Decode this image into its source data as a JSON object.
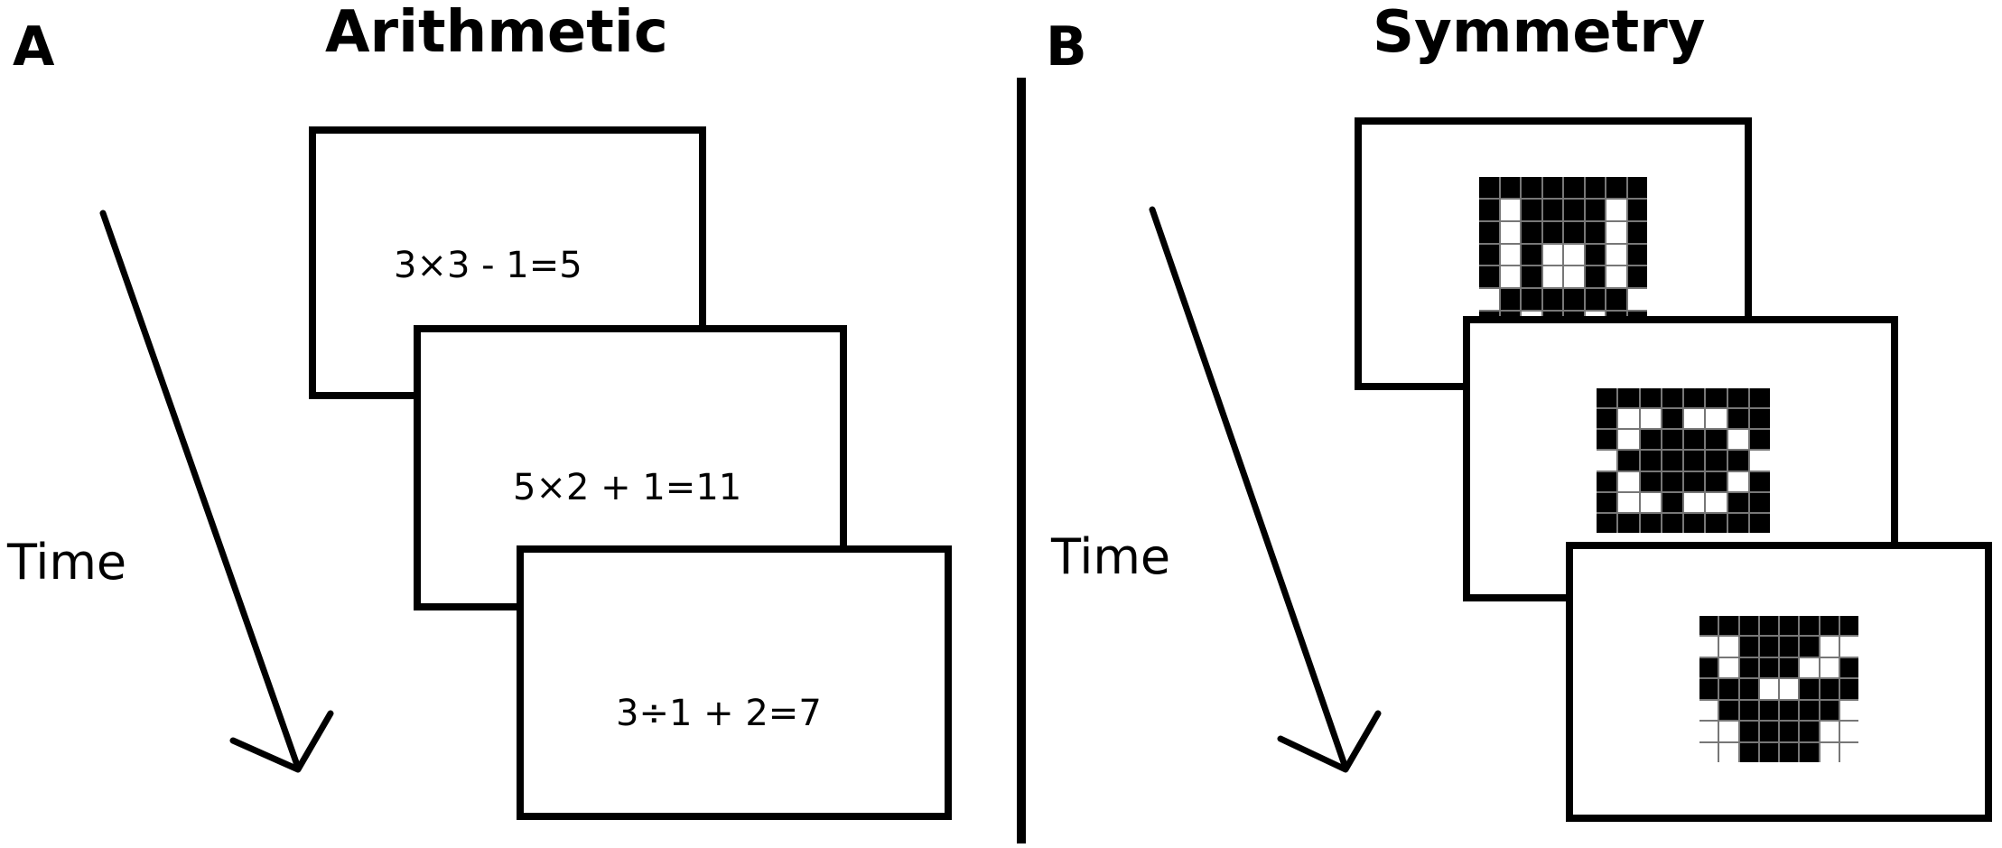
{
  "panels": {
    "a": {
      "letter": "A",
      "title": "Arithmetic",
      "time_label": "Time",
      "frames": [
        {
          "equation": "3×3 - 1=5"
        },
        {
          "equation": "5×2 + 1=11"
        },
        {
          "equation": "3÷1 + 2=7"
        }
      ]
    },
    "b": {
      "letter": "B",
      "title": "Symmetry",
      "time_label": "Time",
      "patterns": [
        [
          "11111111",
          "10111101",
          "10111101",
          "10100101",
          "10100101",
          "01111110",
          "11011011"
        ],
        [
          "11111111",
          "10010011",
          "10111101",
          "01111110",
          "10111101",
          "10010011",
          "11111111"
        ],
        [
          "11111111",
          "00111100",
          "10111001",
          "11100111",
          "01111110",
          "00111100",
          "00111100"
        ]
      ]
    }
  }
}
